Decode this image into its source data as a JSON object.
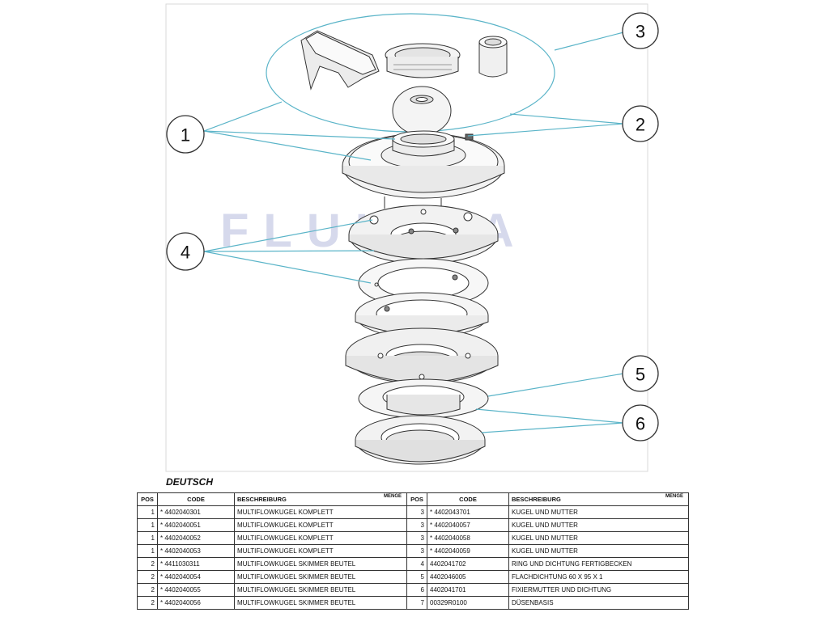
{
  "watermark": "FLUIDRA",
  "callouts": [
    "1",
    "2",
    "3",
    "4",
    "5",
    "6"
  ],
  "language": "DEUTSCH",
  "table": {
    "headers": {
      "pos": "POS",
      "code": "CODE",
      "desc": "BESCHREIBURG",
      "menge": "MENGE"
    },
    "left_rows": [
      {
        "pos": "1",
        "code": "* 4402040301",
        "desc": "MULTIFLOWKUGEL KOMPLETT"
      },
      {
        "pos": "1",
        "code": "* 4402040051",
        "desc": "MULTIFLOWKUGEL KOMPLETT"
      },
      {
        "pos": "1",
        "code": "* 4402040052",
        "desc": "MULTIFLOWKUGEL KOMPLETT"
      },
      {
        "pos": "1",
        "code": "* 4402040053",
        "desc": "MULTIFLOWKUGEL KOMPLETT"
      },
      {
        "pos": "2",
        "code": "* 4411030311",
        "desc": "MULTIFLOWKUGEL SKIMMER BEUTEL"
      },
      {
        "pos": "2",
        "code": "* 4402040054",
        "desc": "MULTIFLOWKUGEL SKIMMER BEUTEL"
      },
      {
        "pos": "2",
        "code": "* 4402040055",
        "desc": "MULTIFLOWKUGEL SKIMMER BEUTEL"
      },
      {
        "pos": "2",
        "code": "* 4402040056",
        "desc": "MULTIFLOWKUGEL SKIMMER BEUTEL"
      }
    ],
    "right_rows": [
      {
        "pos": "3",
        "code": "* 4402043701",
        "desc": "KUGEL UND MUTTER"
      },
      {
        "pos": "3",
        "code": "* 4402040057",
        "desc": "KUGEL UND MUTTER"
      },
      {
        "pos": "3",
        "code": "* 4402040058",
        "desc": "KUGEL UND MUTTER"
      },
      {
        "pos": "3",
        "code": "* 4402040059",
        "desc": "KUGEL UND MUTTER"
      },
      {
        "pos": "4",
        "code": "4402041702",
        "desc": "RING UND DICHTUNG FERTIGBECKEN"
      },
      {
        "pos": "5",
        "code": "4402046005",
        "desc": "FLACHDICHTUNG 60 X 95 X 1"
      },
      {
        "pos": "6",
        "code": "4402041701",
        "desc": "FIXIERMUTTER UND DICHTUNG"
      },
      {
        "pos": "7",
        "code": "00329R0100",
        "desc": "DÜSENBASIS"
      }
    ]
  }
}
